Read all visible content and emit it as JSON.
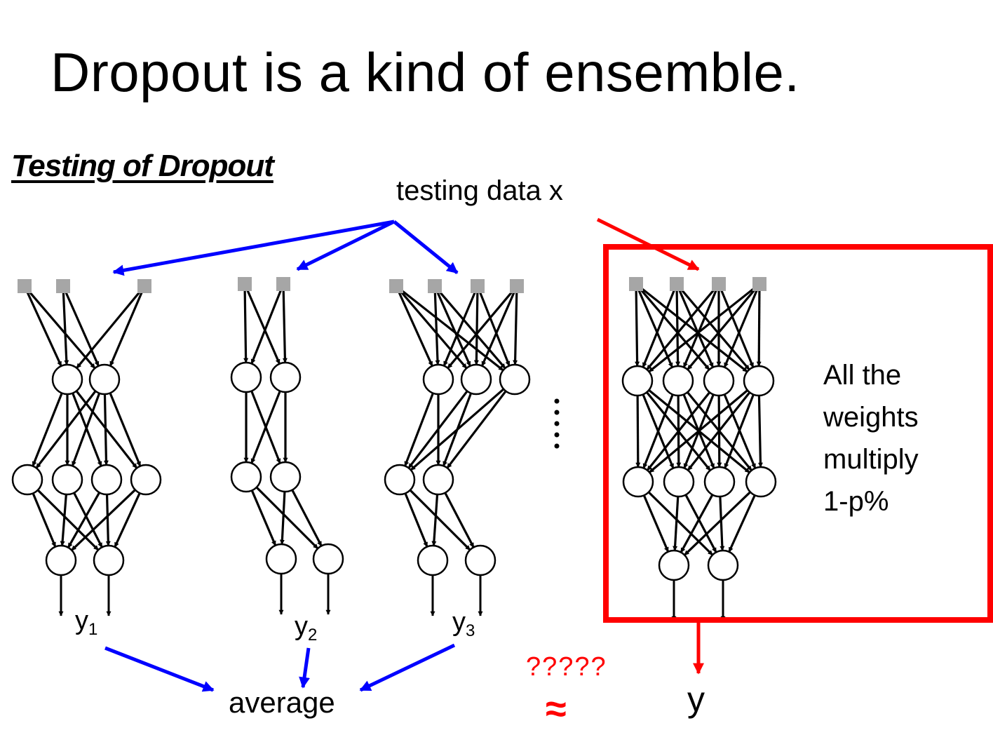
{
  "slide": {
    "title": "Dropout is a kind of ensemble.",
    "subtitle": "Testing of Dropout",
    "testing_data_label": "testing data x",
    "outputs": [
      {
        "main": "y",
        "sub": "1"
      },
      {
        "main": "y",
        "sub": "2"
      },
      {
        "main": "y",
        "sub": "3"
      }
    ],
    "average_label": "average",
    "question_label": "?????",
    "approx_label": "≈",
    "full_output_label": "y",
    "note_lines": [
      "All the",
      "weights",
      "multiply",
      "1-p%"
    ]
  },
  "colors": {
    "blue_arrow": "#0000ff",
    "red_arrow": "#ff0000",
    "red_box": "#ff0000",
    "input_node": "#a6a6a6",
    "black": "#000000"
  }
}
